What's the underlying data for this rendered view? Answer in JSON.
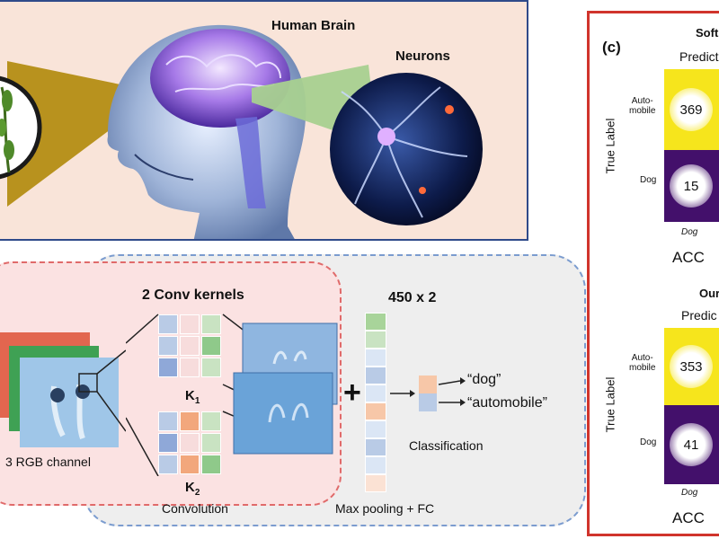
{
  "brain_panel": {
    "title": "Human Brain",
    "neurons_label": "Neurons"
  },
  "cnn": {
    "kernels_title": "2 Conv kernels",
    "k1": "K",
    "k1_sub": "1",
    "k2": "K",
    "k2_sub": "2",
    "input_label": "3 RGB channel",
    "conv_label": "Convolution",
    "fc_title": "450 x 2",
    "fc_label": "Max pooling + FC",
    "plus": "+",
    "out_dog": "“dog”",
    "out_auto": "“automobile”",
    "class_label": "Classification",
    "colors": {
      "blue": "#b9cbe6",
      "orange": "#f7c7a8",
      "green": "#c9e3c2",
      "pink": "#f7dcdc"
    }
  },
  "confusion": {
    "panel_label": "(c)",
    "top": {
      "title": "Soft",
      "predicted": "Predict",
      "ylabel": "True Label",
      "row_labels": [
        "Auto-\nmobile",
        "Dog"
      ],
      "values": [
        369,
        15
      ],
      "col_label": "Dog",
      "acc": "ACC"
    },
    "bottom": {
      "title": "Our",
      "predicted": "Predic",
      "ylabel": "True Label",
      "row_labels": [
        "Auto-\nmobile",
        "Dog"
      ],
      "values": [
        353,
        41
      ],
      "col_label": "Dog",
      "acc": "ACC"
    },
    "colors": {
      "yellow": "#f6e51c",
      "purple": "#43106b"
    }
  }
}
